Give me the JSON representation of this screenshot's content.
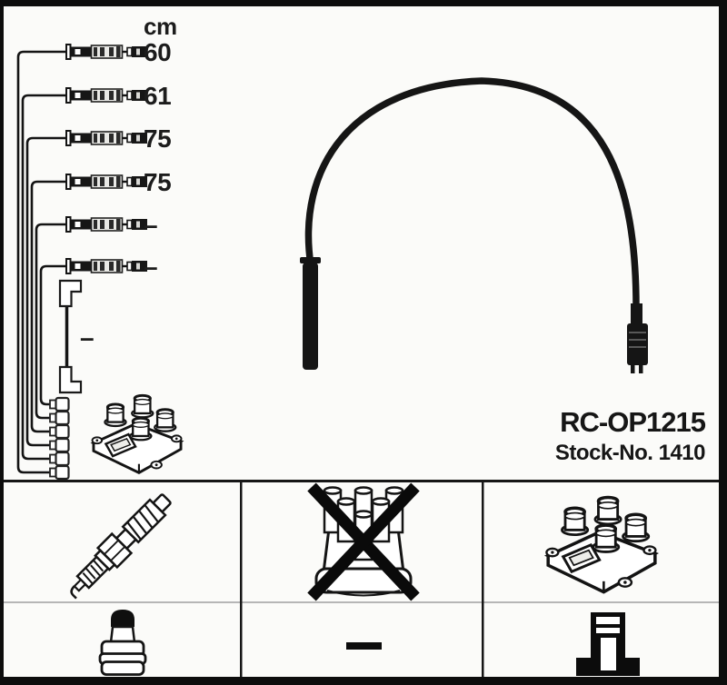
{
  "part": {
    "code": "RC-OP1215",
    "stock": "Stock-No. 1410"
  },
  "diagram": {
    "unit_header": "cm",
    "cable_lengths": [
      "60",
      "61",
      "75",
      "75",
      "–",
      "–"
    ],
    "coil_cable_length": "–"
  },
  "legend": {
    "cells": [
      {
        "name": "spark-plug-icon"
      },
      {
        "name": "distributor-cap-crossed-icon"
      },
      {
        "name": "ignition-coil-icon"
      },
      {
        "name": "plug-connector-icon"
      },
      {
        "name": "dash-icon",
        "label": "–"
      },
      {
        "name": "coil-tower-icon"
      }
    ]
  },
  "colors": {
    "ink": "#141414",
    "background": "#fbfbf9",
    "frame": "#0d0d0d",
    "grid_light": "#b6b6b6"
  }
}
